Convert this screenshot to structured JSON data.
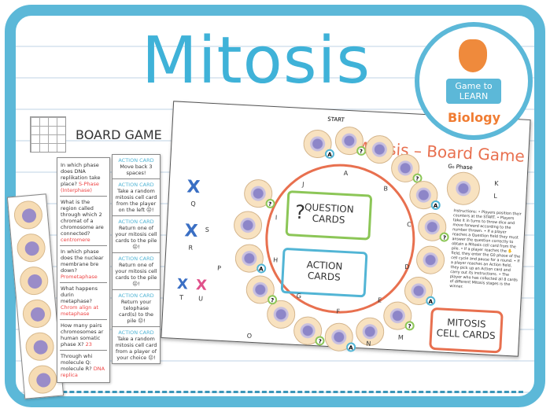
{
  "title": "Mitosis",
  "logo": {
    "line1": "Game to",
    "line2": "LEARN",
    "subject": "Biology"
  },
  "board_game_label": "BOARD GAME",
  "question_cards": [
    {
      "q": "In which phase does DNA replikation take place?",
      "a": "S-Phase (Interphase)"
    },
    {
      "q": "What is the region called through which 2 chromat of a chromosome are connected?",
      "a": "centromere"
    },
    {
      "q": "In which phase does the nuclear membrane bre down?",
      "a": "Prometaphase"
    },
    {
      "q": "What happens durin metaphase?",
      "a": "Chrom align at metaphase"
    },
    {
      "q": "How many pairs chromosomes ar human somatic phase X?",
      "a": "23"
    },
    {
      "q": "Through whi molecule Q: molecule R?",
      "a": "DNA replica"
    }
  ],
  "action_cards": {
    "header": "ACTION CARD",
    "items": [
      "Move back 3 spaces!",
      "Take a random mitosis cell card from the player on the left ☹!",
      "Return one of your mitosis cell cards to the pile ☹!",
      "Return one of your mitosis cell cards to the pile ☹!",
      "Return your telophase card(s) to the pile ☹!",
      "Take a random mitosis cell card from a player of your choice ☹!"
    ]
  },
  "board": {
    "title": "Mitosis – Board Game",
    "start": "START",
    "g0_phase": "G₀ Phase",
    "question_cards": [
      "?",
      "QUESTION",
      "CARDS"
    ],
    "action_cards": [
      "ACTION",
      "CARDS"
    ],
    "mitosis_cell_cards": [
      "MITOSIS",
      "CELL CARDS"
    ],
    "instructions": "Instructions: • Players position their counters at the START. • Players take it in turns to throw dice and move forward according to the number thrown. • If a player reaches a Question field they must answer the question correctly to obtain a Mitosis cell card from the pile. • If a player reaches the ✋ field, they enter the G0 phase of the cell cycle and pause for a round. • If a player reaches an Action field, they pick up an Action card and carry out its instructions. • The player who has collected all 8 cards of different Mitosis stages is the winner.",
    "ring_labels": [
      "A",
      "B",
      "C",
      "D",
      "E",
      "F",
      "G",
      "H",
      "I",
      "J"
    ],
    "pointer_labels": [
      "K",
      "L",
      "M",
      "N",
      "O",
      "P",
      "Q",
      "R",
      "S",
      "T",
      "U"
    ],
    "colors": {
      "question": "#8cc657",
      "action": "#52b5d5",
      "accent": "#e8704f",
      "title": "#3fb2d8"
    }
  }
}
